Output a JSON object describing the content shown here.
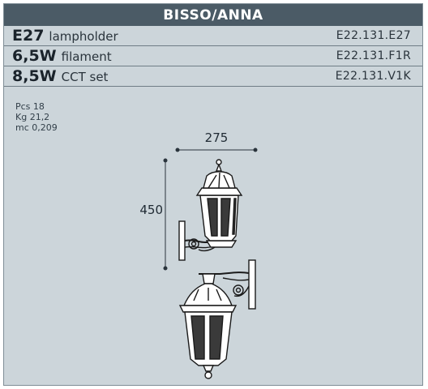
{
  "title": "BISSO/ANNA",
  "specs": [
    {
      "key": "E27",
      "desc": "lampholder",
      "code": "E22.131.E27"
    },
    {
      "key": "6,5W",
      "desc": "filament",
      "code": "E22.131.F1R"
    },
    {
      "key": "8,5W",
      "desc": "CCT set",
      "code": "E22.131.V1K"
    }
  ],
  "info": {
    "pcs": "Pcs 18",
    "kg": "Kg 21,2",
    "mc": "mc 0,209"
  },
  "dimensions": {
    "width": "275",
    "height": "450"
  }
}
